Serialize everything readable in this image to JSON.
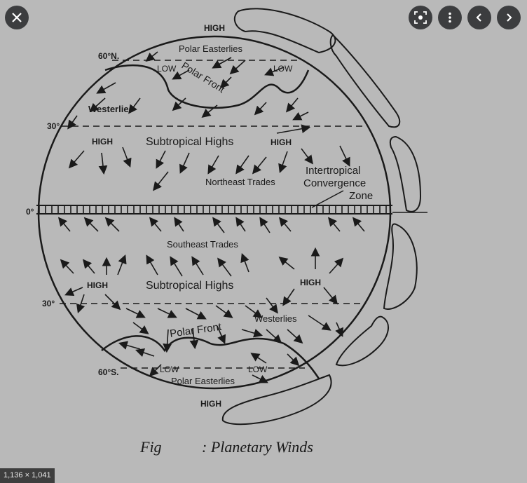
{
  "viewer": {
    "dimensions": "1,136 × 1,041",
    "buttons": {
      "close": "close-icon",
      "lens": "visual-search-icon",
      "more": "more-vert-icon",
      "prev": "chevron-left-icon",
      "next": "chevron-right-icon"
    }
  },
  "figure": {
    "caption_prefix": "Fig",
    "caption_title": ": Planetary Winds",
    "labels": {
      "high_top": "HIGH",
      "lat_60n": "60°N.",
      "polar_easterlies_n": "Polar Easterlies",
      "low_n1": "LOW",
      "low_n2": "LOW",
      "polar_front_n": "Polar Front",
      "westerlies_n": "Westerlies",
      "lat_30n": "30°",
      "high_nw": "HIGH",
      "subtropical_highs_n": "Subtropical Highs",
      "high_ne": "HIGH",
      "itcz_1": "Intertropical",
      "itcz_2": "Convergence",
      "itcz_3": "Zone",
      "northeast_trades": "Northeast Trades",
      "lat_0": "0°",
      "southeast_trades": "Southeast Trades",
      "high_sw": "HIGH",
      "subtropical_highs_s": "Subtropical Highs",
      "high_se": "HIGH",
      "lat_30s": "30°",
      "westerlies_s": "Westerlies",
      "polar_front_s": "Polar Front",
      "lat_60s": "60°S.",
      "low_s1": "LOW",
      "low_s2": "LOW",
      "polar_easterlies_s": "Polar Easterlies",
      "high_bottom": "HIGH"
    }
  }
}
